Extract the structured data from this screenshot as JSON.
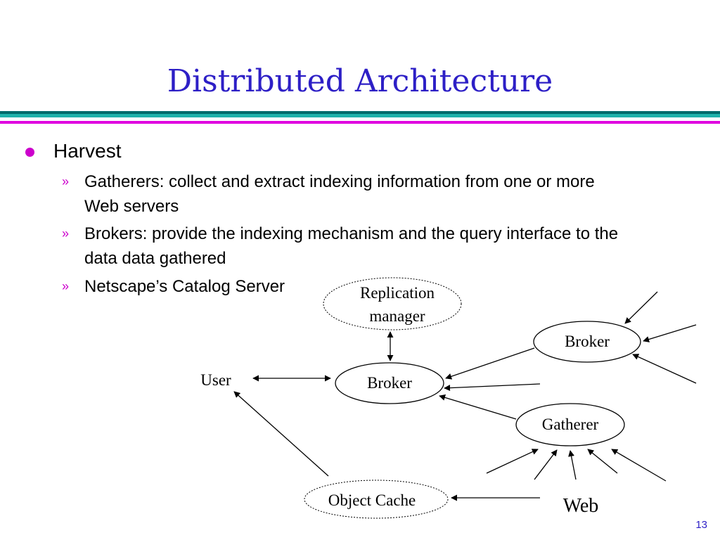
{
  "slide": {
    "title": "Distributed Architecture",
    "page_number": "13"
  },
  "bullets": {
    "level1": "Harvest",
    "sub_marker": "»",
    "items": [
      "Gatherers: collect and extract indexing information from one or more Web servers",
      "Brokers: provide the indexing mechanism and the query interface to the data data gathered",
      "Netscape’s Catalog Server"
    ]
  },
  "diagram": {
    "replication_manager_line1": "Replication",
    "replication_manager_line2": "manager",
    "central_broker": "Broker",
    "remote_broker": "Broker",
    "user": "User",
    "gatherer": "Gatherer",
    "object_cache": "Object Cache",
    "web": "Web"
  },
  "colors": {
    "title": "#2d1fc6",
    "bullet_accent": "#cc00cc",
    "rule_teal_dark": "#006b6b",
    "rule_teal_light": "#20b2aa",
    "rule_magenta": "#e000e0"
  }
}
